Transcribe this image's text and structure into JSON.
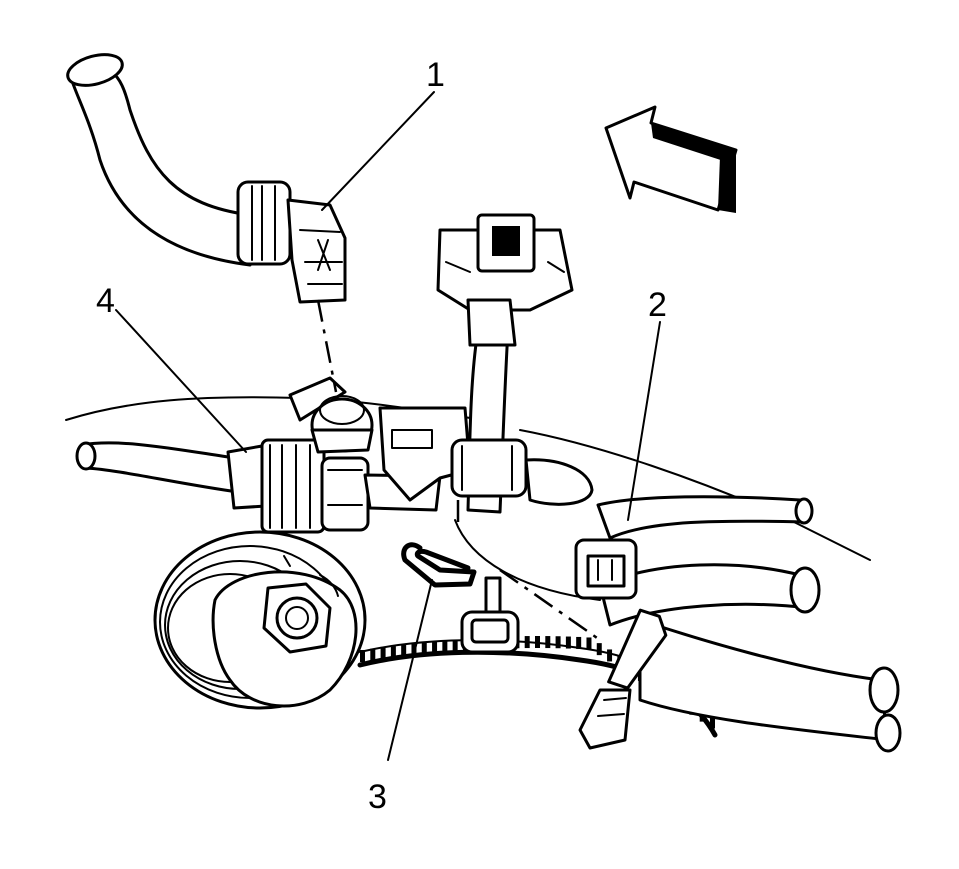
{
  "callouts": {
    "c1": "1",
    "c2": "2",
    "c3": "3",
    "c4": "4"
  },
  "colors": {
    "ink": "#000000",
    "paper": "#ffffff"
  },
  "icons": {
    "direction": "arrow-direction-icon"
  }
}
